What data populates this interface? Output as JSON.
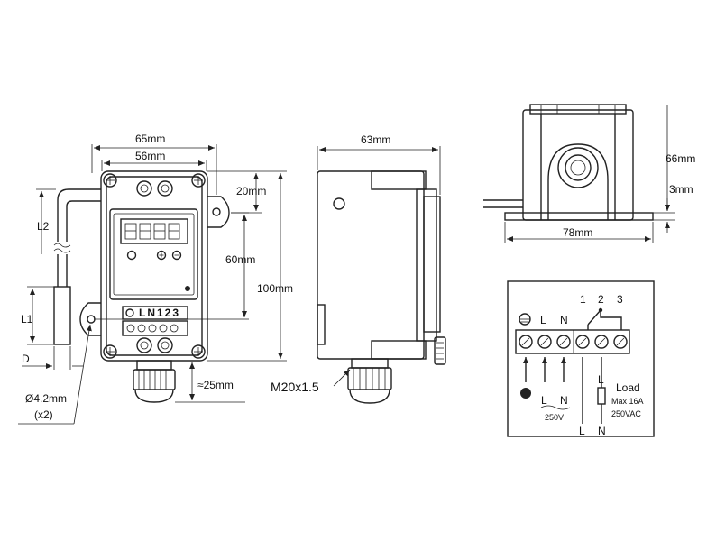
{
  "front": {
    "width_outer": "65mm",
    "width_inner": "56mm",
    "terminal_text": "LN123",
    "L2": "L2",
    "L1": "L1",
    "D": "D",
    "hole_dia": "Ø4.2mm",
    "hole_count": "(x2)",
    "dim_20": "20mm",
    "dim_60": "60mm",
    "dim_100": "100mm",
    "dim_25": "≈25mm"
  },
  "side": {
    "width": "63mm",
    "thread": "M20x1.5"
  },
  "top": {
    "height": "66mm",
    "base_thickness": "3mm",
    "width": "78mm"
  },
  "wiring": {
    "lbl_1": "1",
    "lbl_2": "2",
    "lbl_3": "3",
    "lbl_L_top": "L",
    "lbl_N_top": "N",
    "lbl_L_bottom": "L",
    "lbl_N_bottom": "N",
    "supply_voltage": "250V",
    "load_title": "Load",
    "load_max": "Max 16A",
    "load_voltage": "250VAC",
    "load_L": "L",
    "load_L2": "L",
    "load_N": "N"
  }
}
